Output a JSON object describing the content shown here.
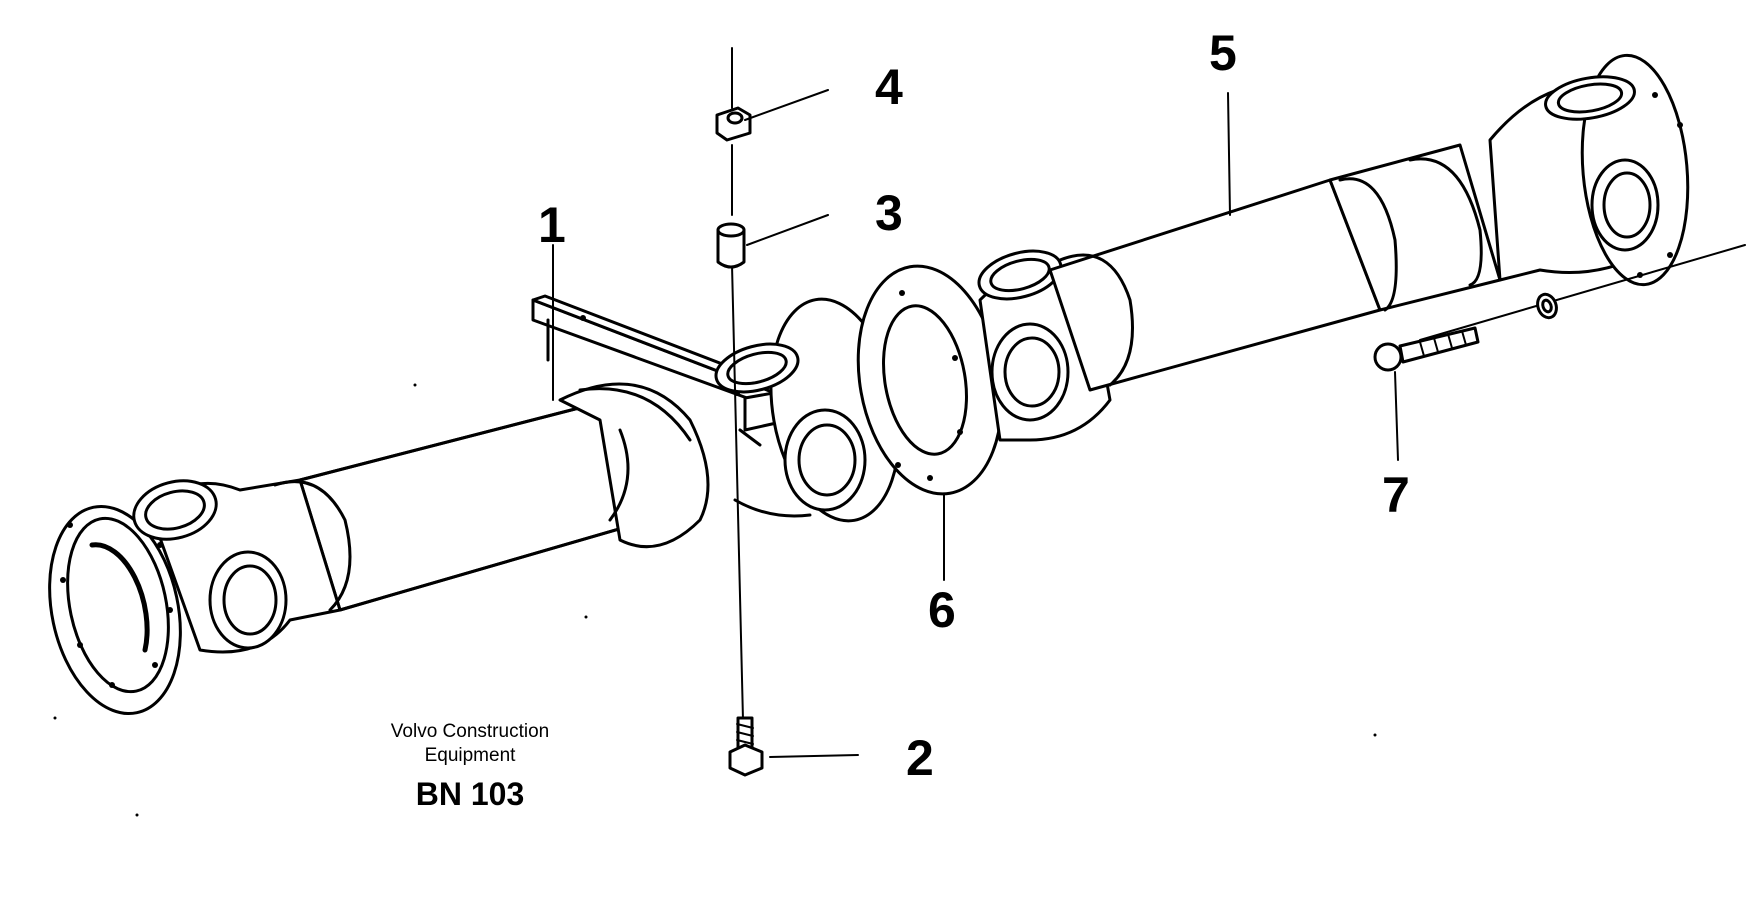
{
  "caption": {
    "company_line1": "Volvo Construction",
    "company_line2": "Equipment",
    "code": "BN 103"
  },
  "callouts": [
    "1",
    "2",
    "3",
    "4",
    "5",
    "6",
    "7"
  ],
  "parts": [
    {
      "ref": "1",
      "name": "bracket"
    },
    {
      "ref": "2",
      "name": "screw"
    },
    {
      "ref": "3",
      "name": "spacer-sleeve"
    },
    {
      "ref": "4",
      "name": "nut"
    },
    {
      "ref": "5",
      "name": "propeller-shaft"
    },
    {
      "ref": "6",
      "name": "flange"
    },
    {
      "ref": "7",
      "name": "flange-screw"
    }
  ],
  "colors": {
    "line": "#000000",
    "background": "#ffffff"
  }
}
